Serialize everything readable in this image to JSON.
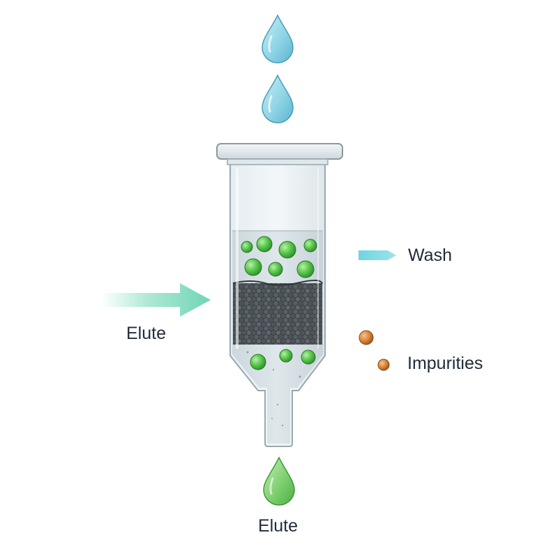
{
  "labels": {
    "elute_left": "Elute",
    "wash": "Wash",
    "impurities": "Impurities",
    "elute_bottom": "Elute"
  },
  "colors": {
    "wash_drop": "#8fd4e6",
    "elute_drop": "#79cf6f",
    "target_bead": "#5cc94f",
    "impurity_bead": "#d9863a",
    "resin": "#4b5257",
    "arrow_elute": "#67d3b1",
    "arrow_wash": "#6fd4e0",
    "text": "#1f2a3a"
  },
  "icons": {
    "wash_drops": "water-drop-icon",
    "elute_drop": "green-drop-icon",
    "column": "chromatography-column",
    "elute_arrow": "arrow-right-icon",
    "wash_arrow": "arrow-right-icon",
    "impurity_beads": "impurity-bead-icon",
    "target_beads": "target-bead-icon"
  }
}
